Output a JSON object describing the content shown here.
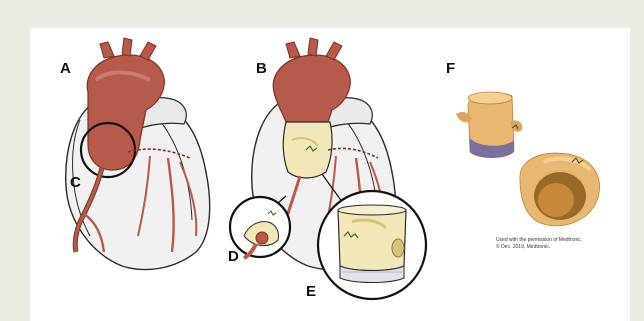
{
  "labels": {
    "a": "A",
    "b": "B",
    "c": "C",
    "d": "D",
    "e": "E",
    "f": "F"
  },
  "credit": {
    "line1": "Used with the permission of Medtronic.",
    "line2": "© Dec. 2019, Medtronic."
  },
  "colors": {
    "background": "#ebebe4",
    "panel": "#ffffff",
    "aorta": "#b65a4c",
    "aorta_light": "#d48c7c",
    "heart_outline": "#2a2a2a",
    "heart_fill": "#f1f1f1",
    "graft": "#f2e7b9",
    "graft_stain": "#d7c27b",
    "cuff": "#e2e2ea",
    "model_tan": "#e8b872",
    "model_purple": "#7c6f9c",
    "model_dark": "#8a5a1a"
  }
}
